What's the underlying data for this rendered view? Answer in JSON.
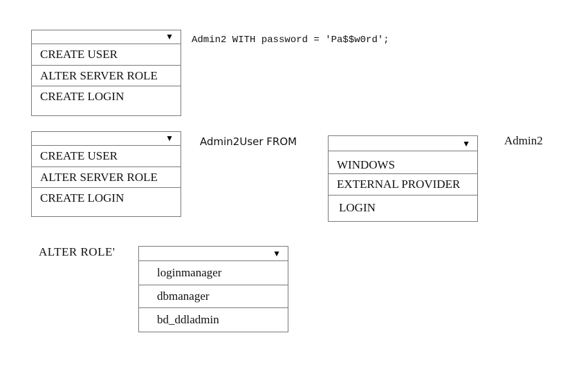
{
  "arrow_glyph": "▼",
  "dropdown1": {
    "selected": "",
    "options": [
      "CREATE USER",
      "ALTER SERVER ROLE",
      "CREATE LOGIN"
    ]
  },
  "text1": "Admin2 WITH password = 'Pa$$w0rd';",
  "dropdown2": {
    "selected": "",
    "options": [
      "CREATE USER",
      "ALTER SERVER ROLE",
      "CREATE LOGIN"
    ]
  },
  "text2": "Admin2User FROM",
  "dropdown3": {
    "selected": "",
    "options": [
      "WINDOWS",
      "EXTERNAL PROVIDER",
      "LOGIN"
    ]
  },
  "text3": "Admin2",
  "text4": "ALTER ROLE'",
  "dropdown4": {
    "selected": "",
    "options": [
      "loginmanager",
      "dbmanager",
      "bd_ddladmin"
    ]
  }
}
